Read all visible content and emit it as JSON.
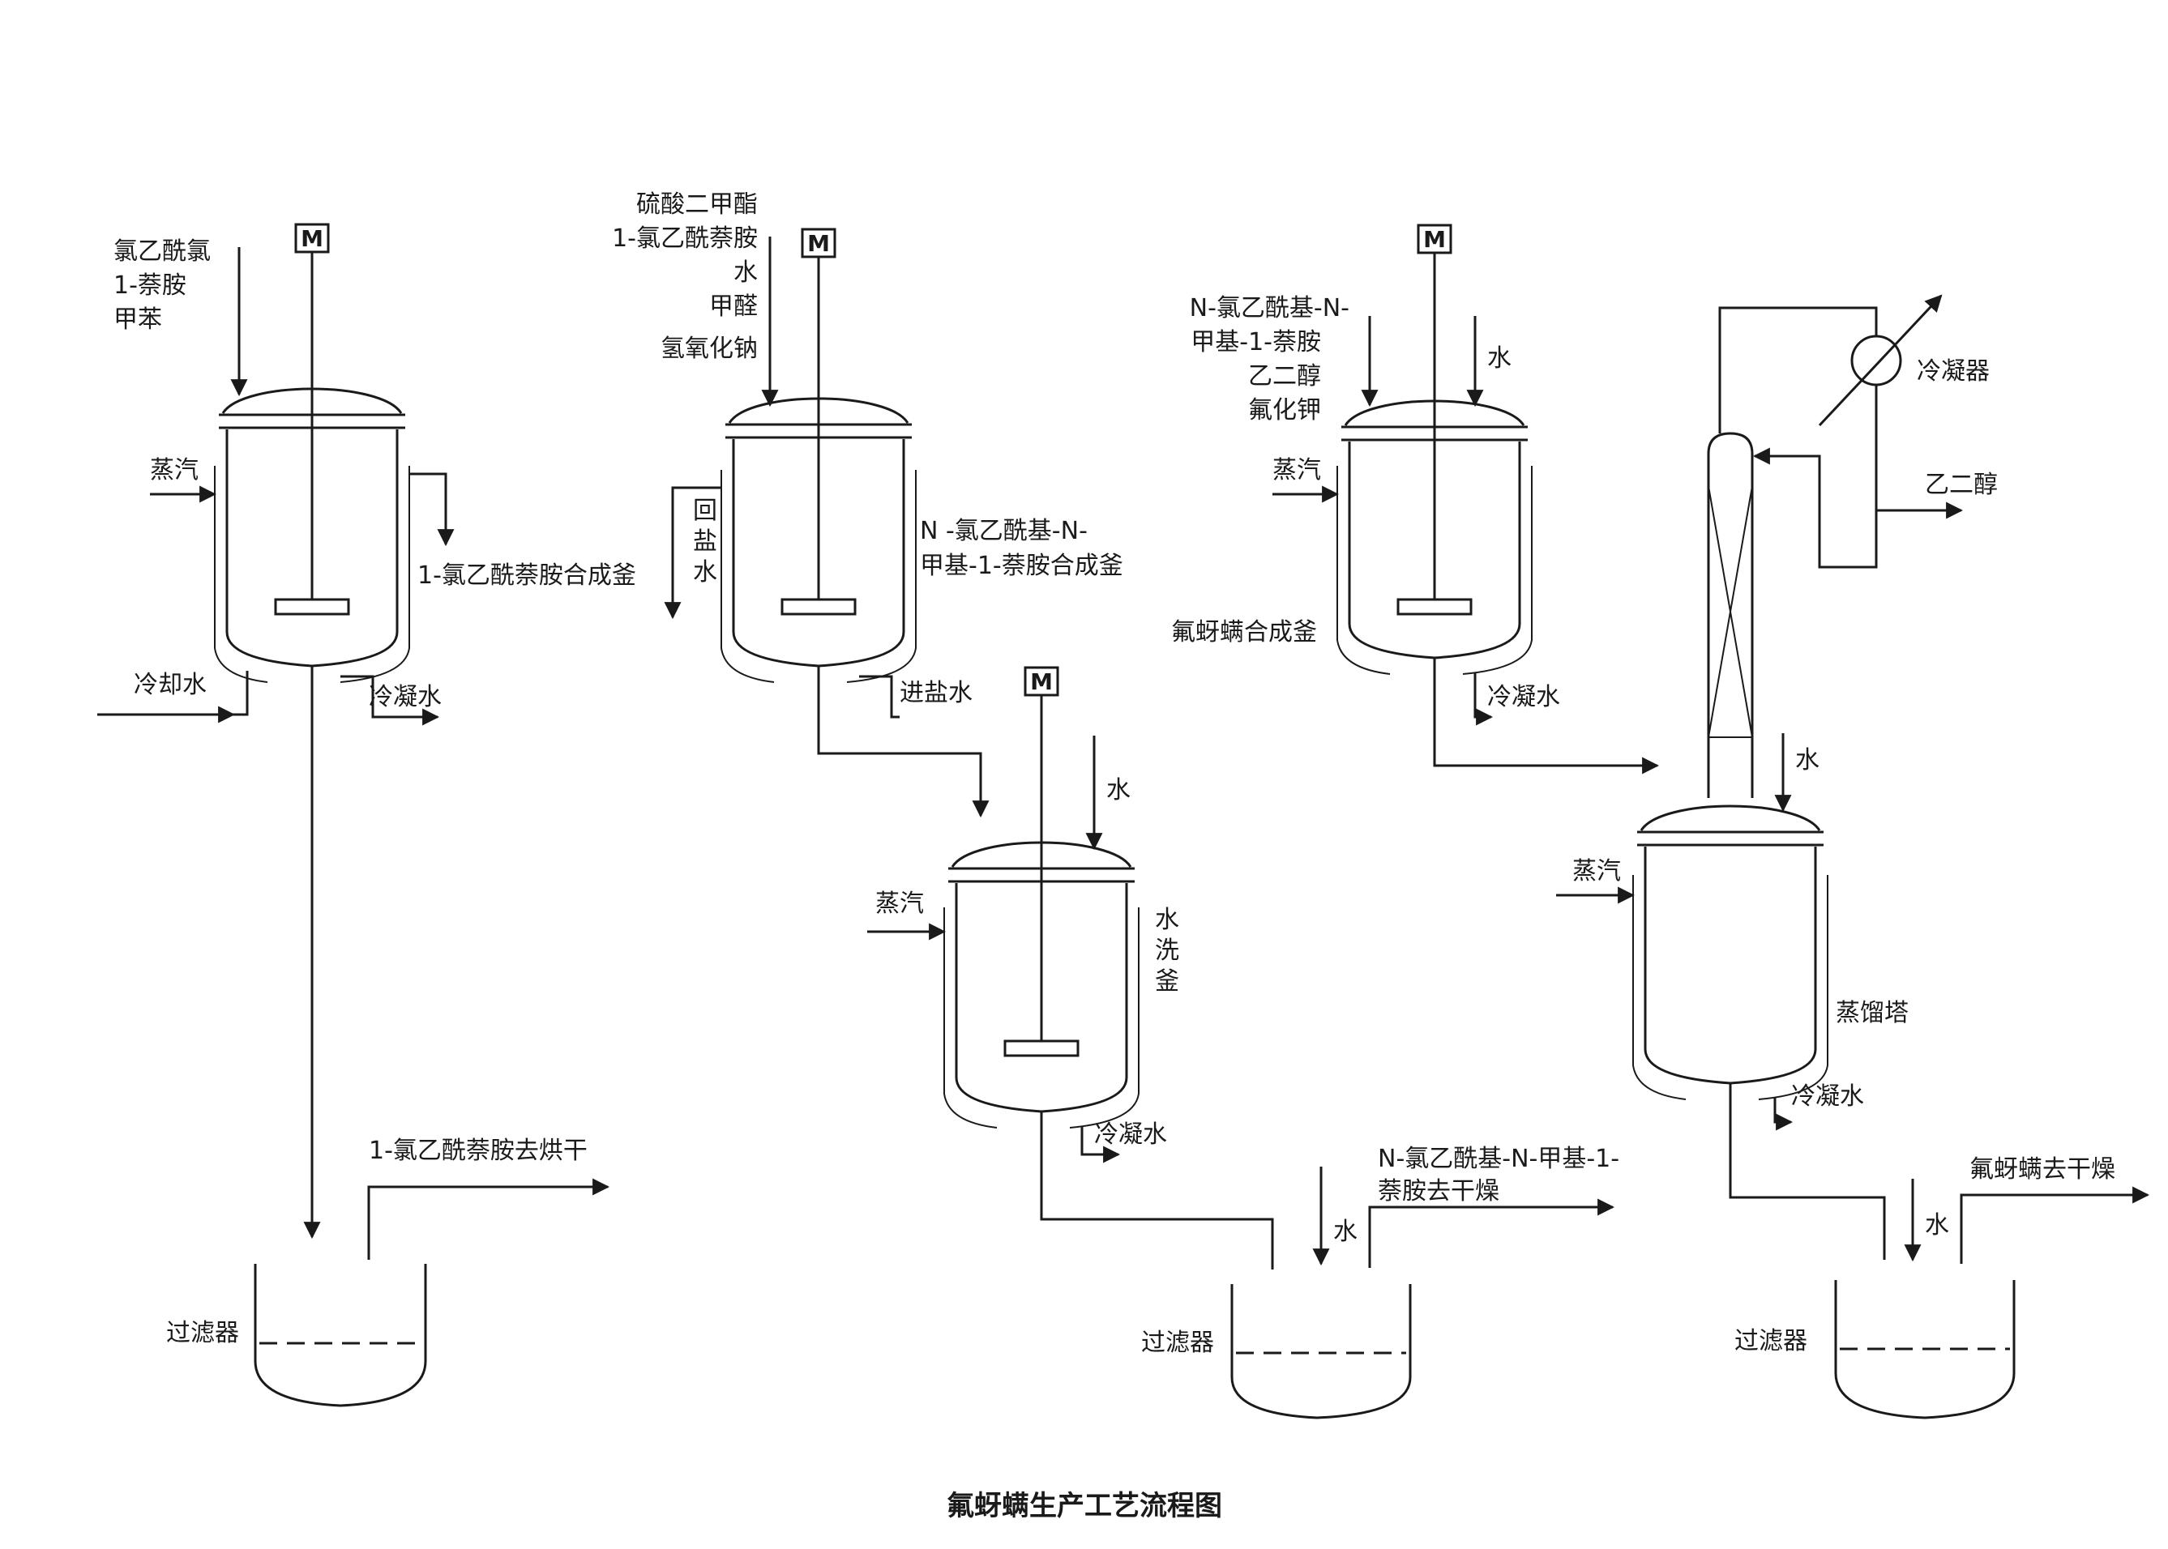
{
  "caption": "氟蚜螨生产工艺流程图",
  "motor_label": "M",
  "vessel1": {
    "inputs": [
      "氯乙酰氯",
      "1-萘胺",
      "甲苯"
    ],
    "steam": "蒸汽",
    "name": "1-氯乙酰萘胺合成釜",
    "cooling_water": "冷却水",
    "condensate": "冷凝水"
  },
  "vessel2": {
    "inputs": [
      "硫酸二甲酯",
      "1-氯乙酰萘胺",
      "水",
      "甲醛",
      "氢氧化钠"
    ],
    "return_brine": [
      "回",
      "盐",
      "水"
    ],
    "name_line1": "N -氯乙酰基-N-",
    "name_line2": "甲基-1-萘胺合成釜",
    "inlet_brine": "进盐水"
  },
  "wash_vessel": {
    "water": "水",
    "steam": "蒸汽",
    "name": [
      "水",
      "洗",
      "釜"
    ],
    "condensate": "冷凝水"
  },
  "vessel3": {
    "inputs": [
      "N-氯乙酰基-N-",
      "甲基-1-萘胺",
      "乙二醇",
      "氟化钾"
    ],
    "water": "水",
    "steam": "蒸汽",
    "name": "氟蚜螨合成釜",
    "condensate": "冷凝水"
  },
  "distillation": {
    "condenser": "冷凝器",
    "glycol": "乙二醇",
    "water": "水",
    "steam": "蒸汽",
    "name": "蒸馏塔",
    "condensate": "冷凝水"
  },
  "filter1": {
    "name": "过滤器",
    "output": "1-氯乙酰萘胺去烘干"
  },
  "filter2": {
    "name": "过滤器",
    "water": "水",
    "output_line1": "N-氯乙酰基-N-甲基-1-",
    "output_line2": "萘胺去干燥"
  },
  "filter3": {
    "name": "过滤器",
    "water": "水",
    "output": "氟蚜螨去干燥"
  }
}
